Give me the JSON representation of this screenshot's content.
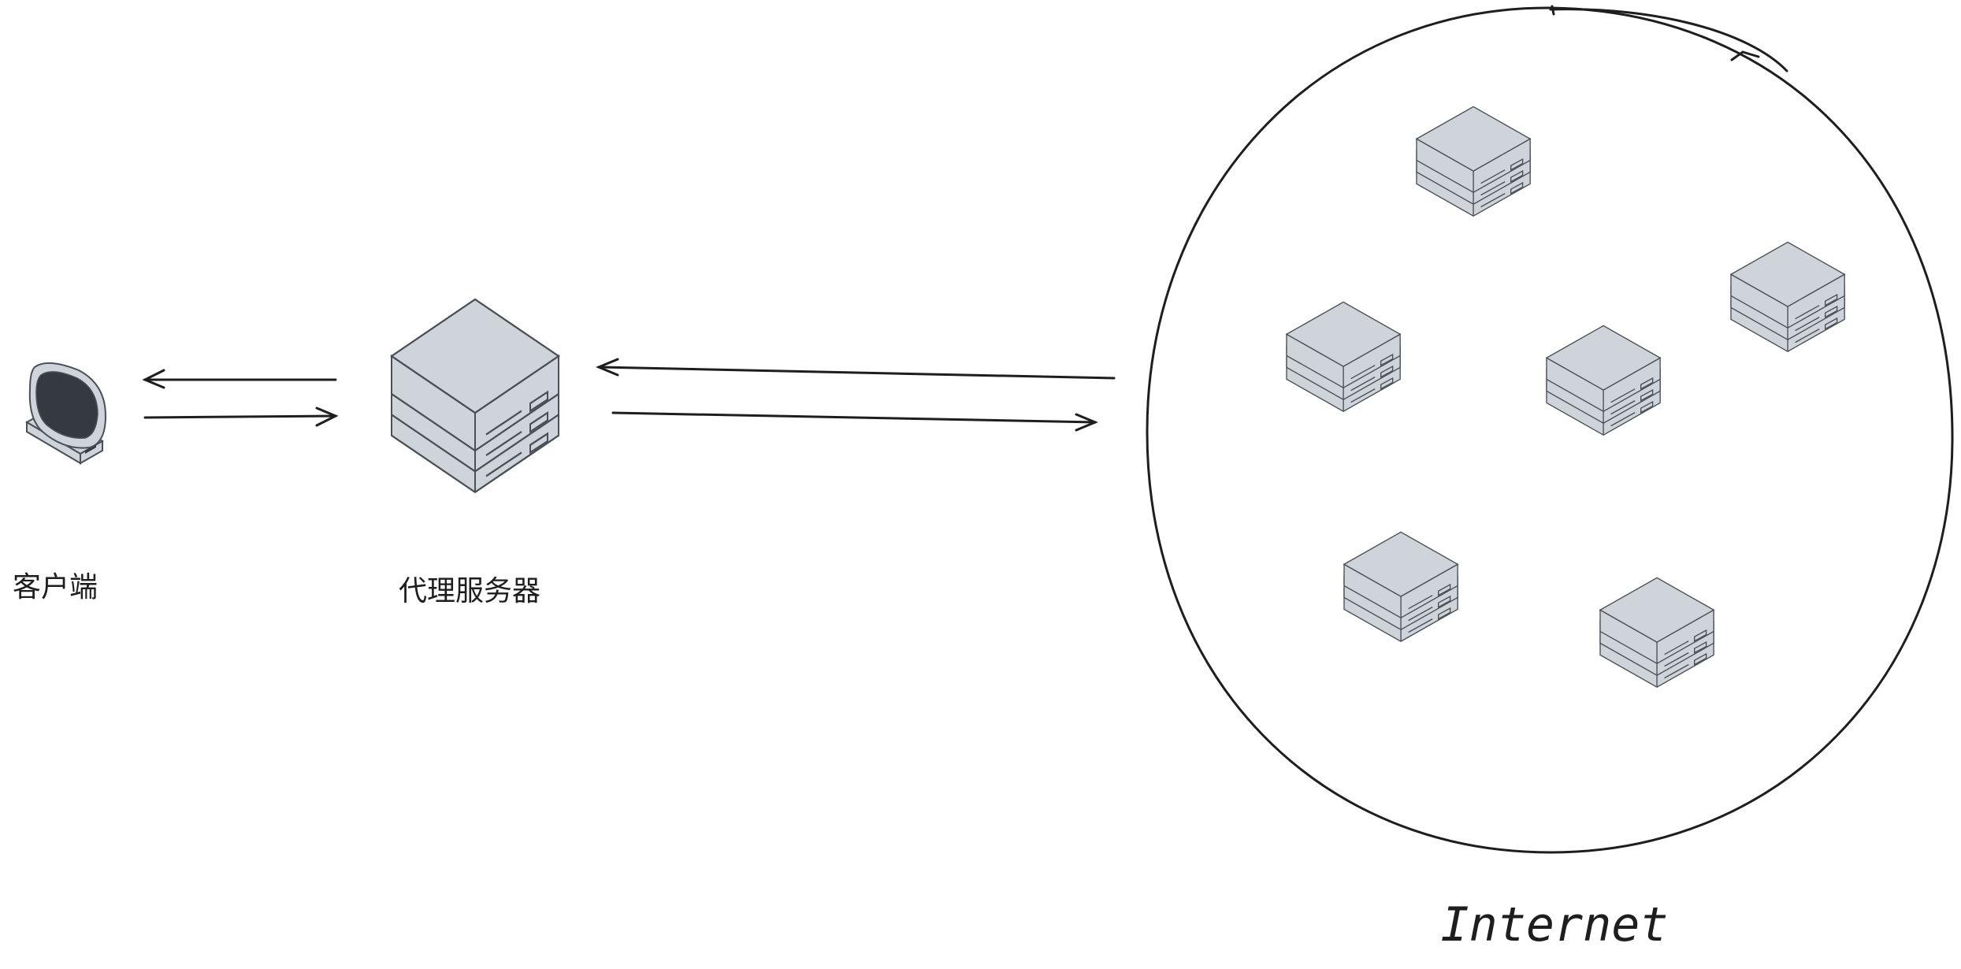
{
  "nodes": {
    "client": {
      "label": "客户端",
      "icon": "computer-monitor-icon"
    },
    "proxy": {
      "label": "代理服务器",
      "icon": "server-stack-icon"
    },
    "internet": {
      "label": "Internet",
      "icon": "server-stack-icon",
      "server_count": 6
    }
  },
  "edges": [
    {
      "from": "proxy",
      "to": "client"
    },
    {
      "from": "client",
      "to": "proxy"
    },
    {
      "from": "internet",
      "to": "proxy"
    },
    {
      "from": "proxy",
      "to": "internet"
    }
  ],
  "colors": {
    "stroke": "#1e1e1e",
    "server_fill": "#ced4da",
    "server_stroke": "#495057",
    "screen_fill": "#343a40"
  }
}
